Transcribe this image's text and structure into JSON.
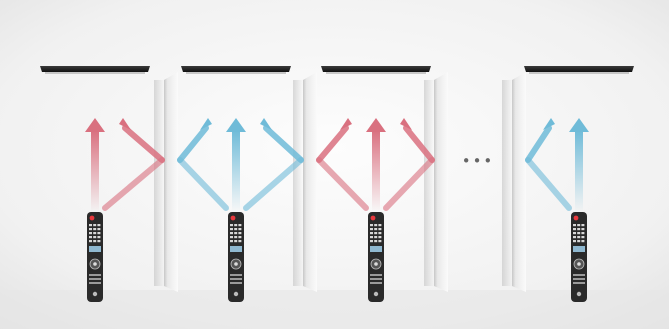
{
  "figure": {
    "kind": "ir-remote-signal-reflection-diagram",
    "ellipsis": "•••",
    "colors": {
      "background_light": "#f7f7f7",
      "background_shadow": "#e4e4e4",
      "tv_panel": "#2b2b2b",
      "divider_light": "#fafafa",
      "divider_shade": "#c9c9c9",
      "signal_red": "#d9707f",
      "signal_blue": "#6fbbd8",
      "remote_body": "#2a2a2a",
      "power_button": "#e8383d",
      "ellipsis_dots": "#666666"
    },
    "units": [
      {
        "signal_color": "signal_red",
        "icon": "tv-icon",
        "remote_icon": "remote-control-icon"
      },
      {
        "signal_color": "signal_blue",
        "icon": "tv-icon",
        "remote_icon": "remote-control-icon"
      },
      {
        "signal_color": "signal_red",
        "icon": "tv-icon",
        "remote_icon": "remote-control-icon"
      },
      {
        "signal_color": "signal_blue",
        "icon": "tv-icon",
        "remote_icon": "remote-control-icon"
      }
    ]
  }
}
